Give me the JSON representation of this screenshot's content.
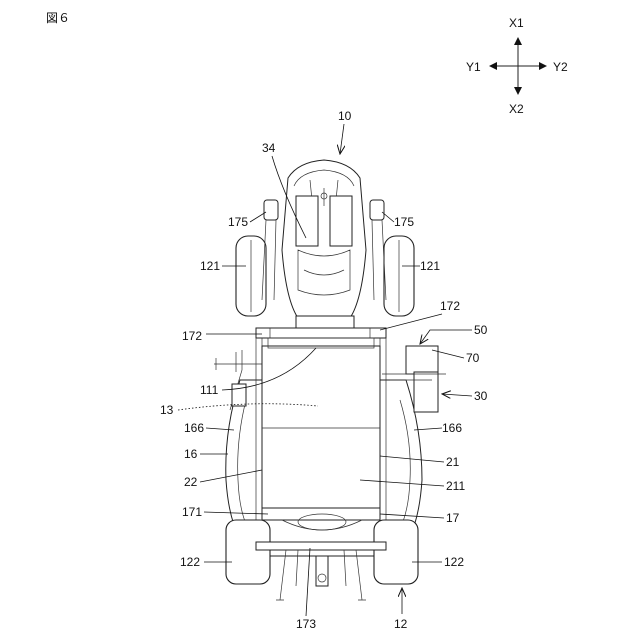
{
  "figure": {
    "title": "図６"
  },
  "axes": {
    "x1": "X1",
    "x2": "X2",
    "y1": "Y1",
    "y2": "Y2"
  },
  "labels": {
    "l10": "10",
    "l34": "34",
    "l175a": "175",
    "l175b": "175",
    "l121a": "121",
    "l121b": "121",
    "l172a": "172",
    "l172b": "172",
    "l50": "50",
    "l70": "70",
    "l30": "30",
    "l111": "111",
    "l13": "13",
    "l166a": "166",
    "l166b": "166",
    "l16": "16",
    "l21": "21",
    "l22": "22",
    "l211": "211",
    "l171": "171",
    "l17": "17",
    "l122a": "122",
    "l122b": "122",
    "l173": "173",
    "l12": "12"
  }
}
